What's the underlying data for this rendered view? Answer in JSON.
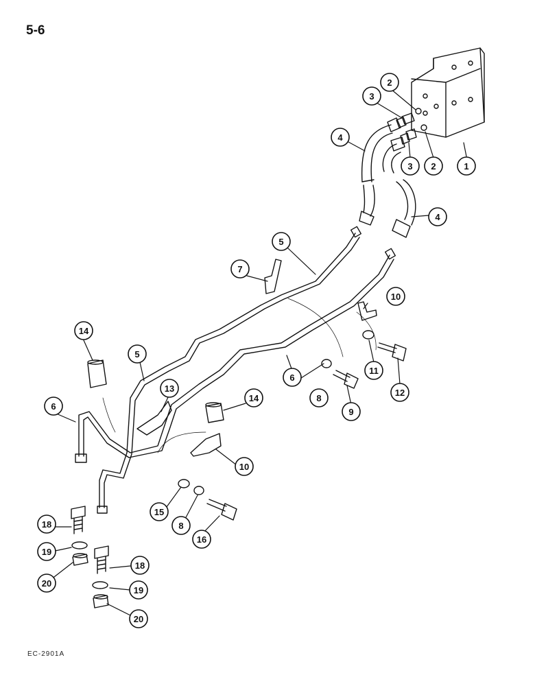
{
  "page": {
    "number": "5-6",
    "figure_code": "EC-2901A"
  },
  "callouts": [
    {
      "id": "c1",
      "label": "1"
    },
    {
      "id": "c2a",
      "label": "2"
    },
    {
      "id": "c2b",
      "label": "2"
    },
    {
      "id": "c3a",
      "label": "3"
    },
    {
      "id": "c3b",
      "label": "3"
    },
    {
      "id": "c4a",
      "label": "4"
    },
    {
      "id": "c4b",
      "label": "4"
    },
    {
      "id": "c5a",
      "label": "5"
    },
    {
      "id": "c5b",
      "label": "5"
    },
    {
      "id": "c6a",
      "label": "6"
    },
    {
      "id": "c6b",
      "label": "6"
    },
    {
      "id": "c7",
      "label": "7"
    },
    {
      "id": "c8a",
      "label": "8"
    },
    {
      "id": "c8b",
      "label": "8"
    },
    {
      "id": "c9",
      "label": "9"
    },
    {
      "id": "c10a",
      "label": "10"
    },
    {
      "id": "c10b",
      "label": "10"
    },
    {
      "id": "c11",
      "label": "11"
    },
    {
      "id": "c12",
      "label": "12"
    },
    {
      "id": "c13",
      "label": "13"
    },
    {
      "id": "c14a",
      "label": "14"
    },
    {
      "id": "c14b",
      "label": "14"
    },
    {
      "id": "c15",
      "label": "15"
    },
    {
      "id": "c16",
      "label": "16"
    },
    {
      "id": "c18a",
      "label": "18"
    },
    {
      "id": "c18b",
      "label": "18"
    },
    {
      "id": "c19a",
      "label": "19"
    },
    {
      "id": "c19b",
      "label": "19"
    },
    {
      "id": "c20a",
      "label": "20"
    },
    {
      "id": "c20b",
      "label": "20"
    }
  ]
}
